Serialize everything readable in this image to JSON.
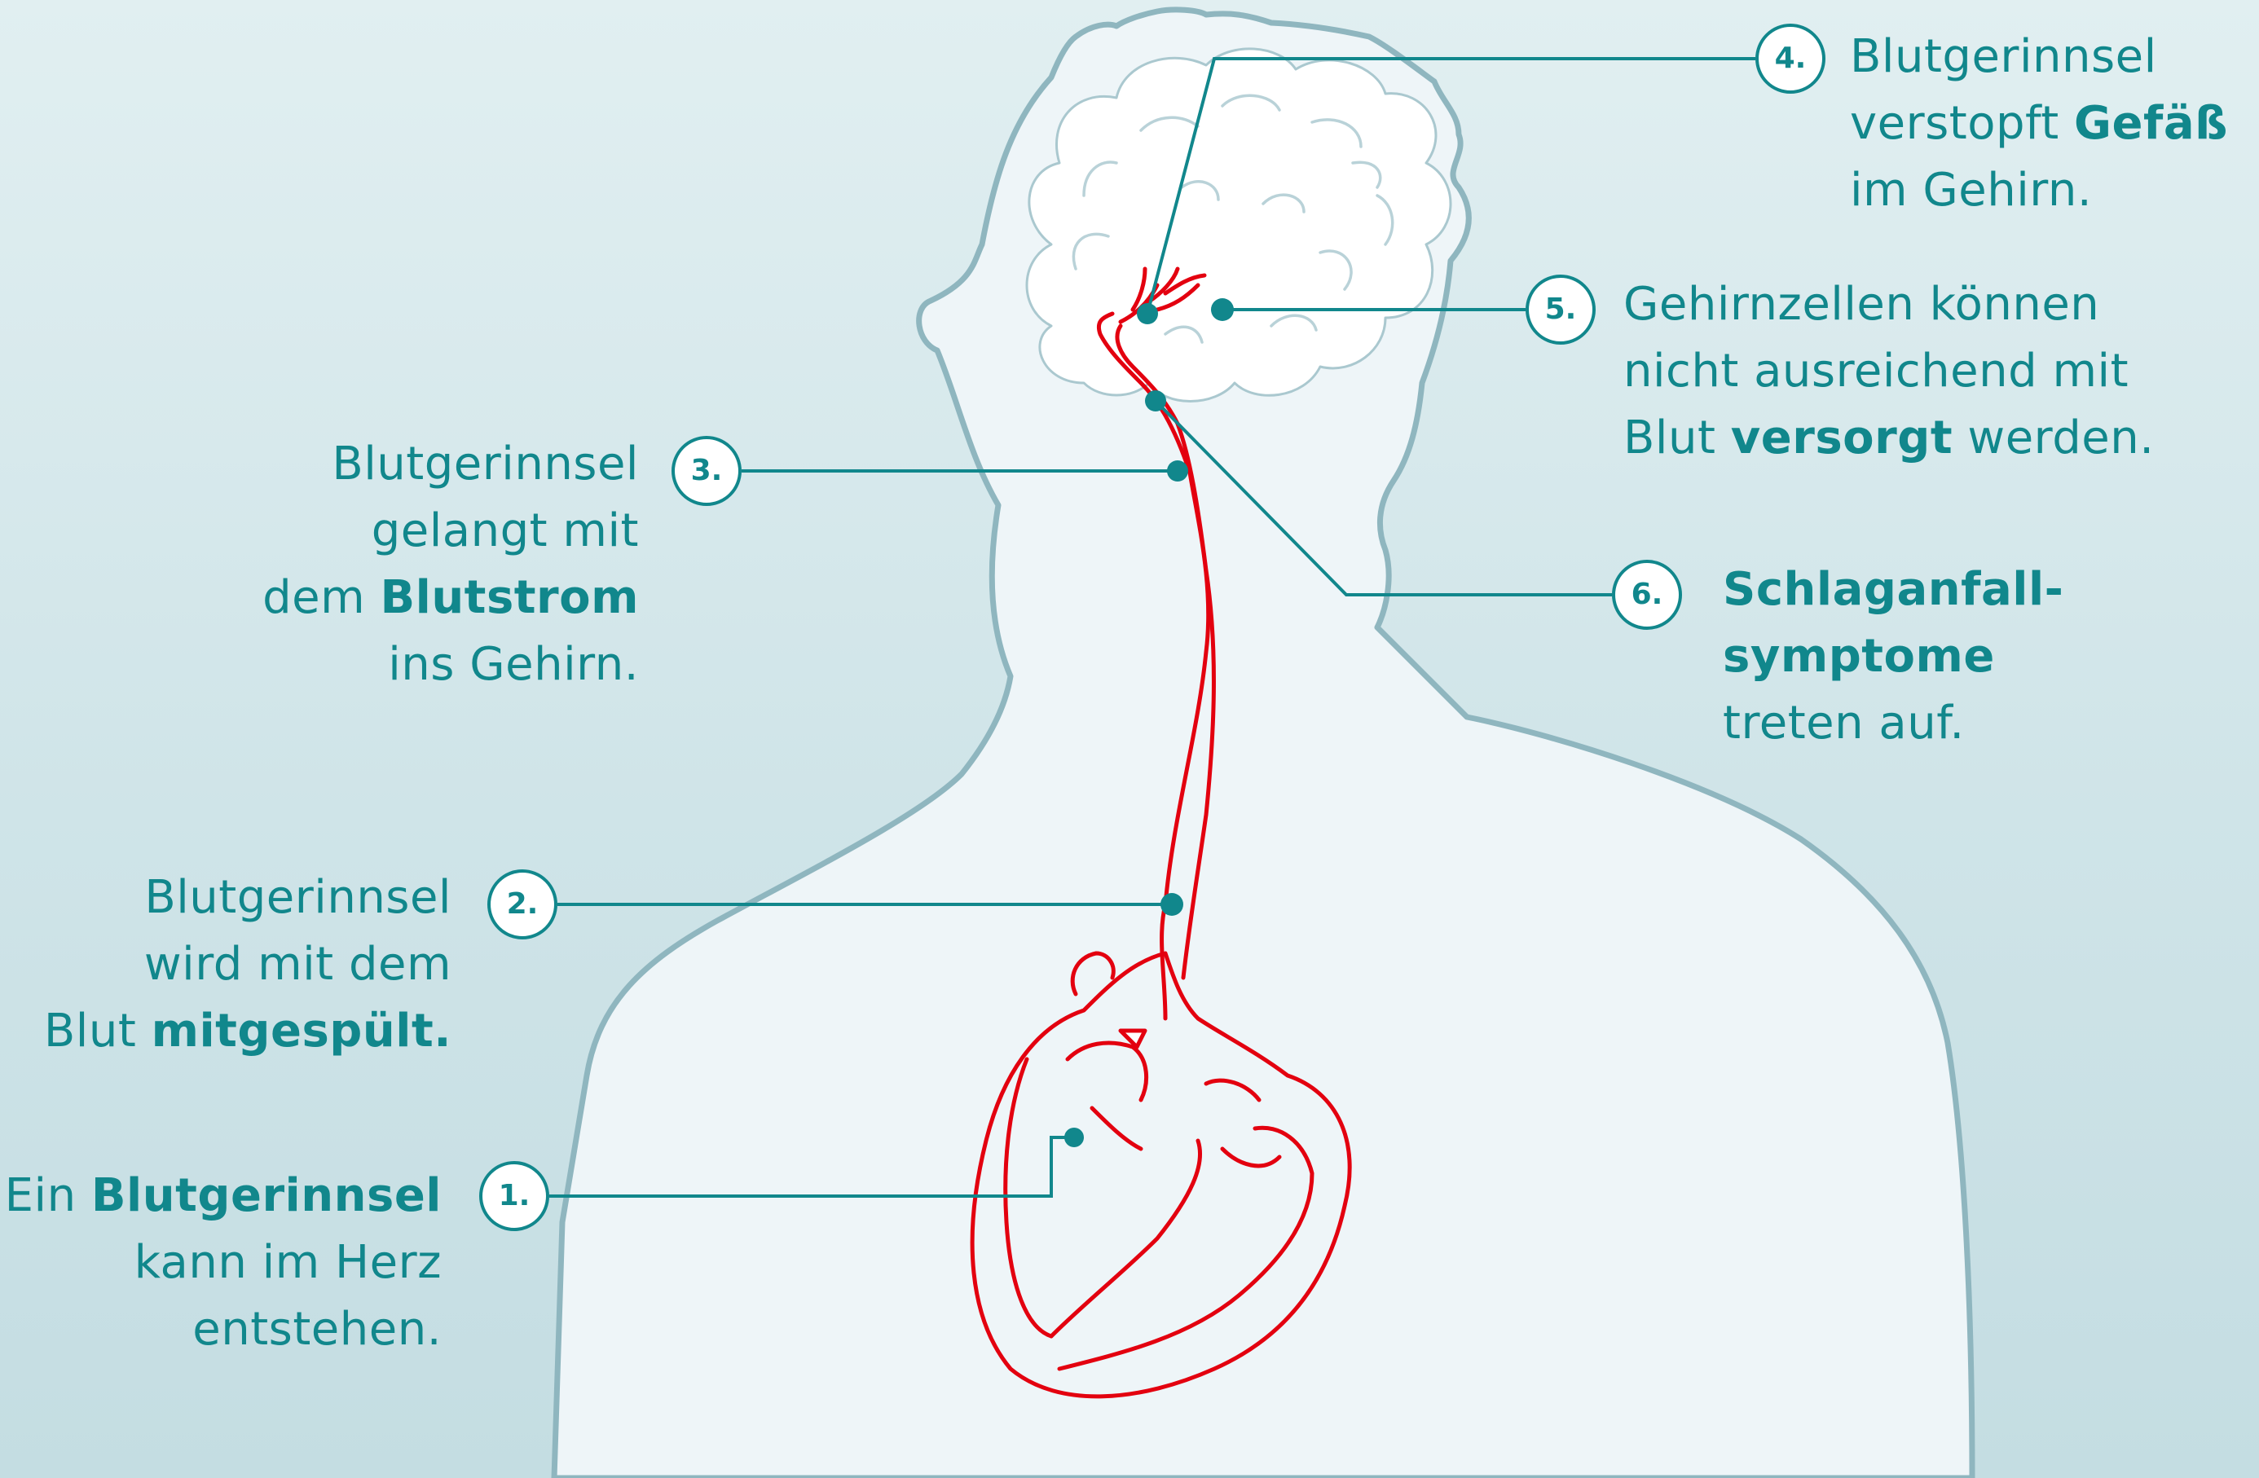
{
  "colors": {
    "accent": "#11878c",
    "vessel": "#e3000f",
    "silhouette_stroke": "#8fb6bf",
    "silhouette_fill": "#eef5f8"
  },
  "icons": [
    "human-silhouette",
    "brain",
    "heart",
    "artery"
  ],
  "steps": [
    {
      "number": "1.",
      "lines": [
        [
          {
            "t": "Ein "
          },
          {
            "t": "Blutgerinnsel",
            "b": true
          }
        ],
        [
          {
            "t": "kann im Herz"
          }
        ],
        [
          {
            "t": "entstehen."
          }
        ]
      ]
    },
    {
      "number": "2.",
      "lines": [
        [
          {
            "t": "Blutgerinnsel"
          }
        ],
        [
          {
            "t": "wird mit dem"
          }
        ],
        [
          {
            "t": "Blut "
          },
          {
            "t": "mitgespült.",
            "b": true
          }
        ]
      ]
    },
    {
      "number": "3.",
      "lines": [
        [
          {
            "t": "Blutgerinnsel"
          }
        ],
        [
          {
            "t": "gelangt mit"
          }
        ],
        [
          {
            "t": "dem "
          },
          {
            "t": "Blutstrom",
            "b": true
          }
        ],
        [
          {
            "t": "ins Gehirn."
          }
        ]
      ]
    },
    {
      "number": "4.",
      "lines": [
        [
          {
            "t": "Blutgerinnsel"
          }
        ],
        [
          {
            "t": "verstopft "
          },
          {
            "t": "Gefäß",
            "b": true
          }
        ],
        [
          {
            "t": "im Gehirn."
          }
        ]
      ]
    },
    {
      "number": "5.",
      "lines": [
        [
          {
            "t": "Gehirnzellen können"
          }
        ],
        [
          {
            "t": "nicht ausreichend mit"
          }
        ],
        [
          {
            "t": "Blut "
          },
          {
            "t": "versorgt",
            "b": true
          },
          {
            "t": " werden."
          }
        ]
      ]
    },
    {
      "number": "6.",
      "lines": [
        [
          {
            "t": "Schlaganfall-",
            "b": true
          }
        ],
        [
          {
            "t": "symptome",
            "b": true
          }
        ],
        [
          {
            "t": "treten auf."
          }
        ]
      ]
    }
  ]
}
